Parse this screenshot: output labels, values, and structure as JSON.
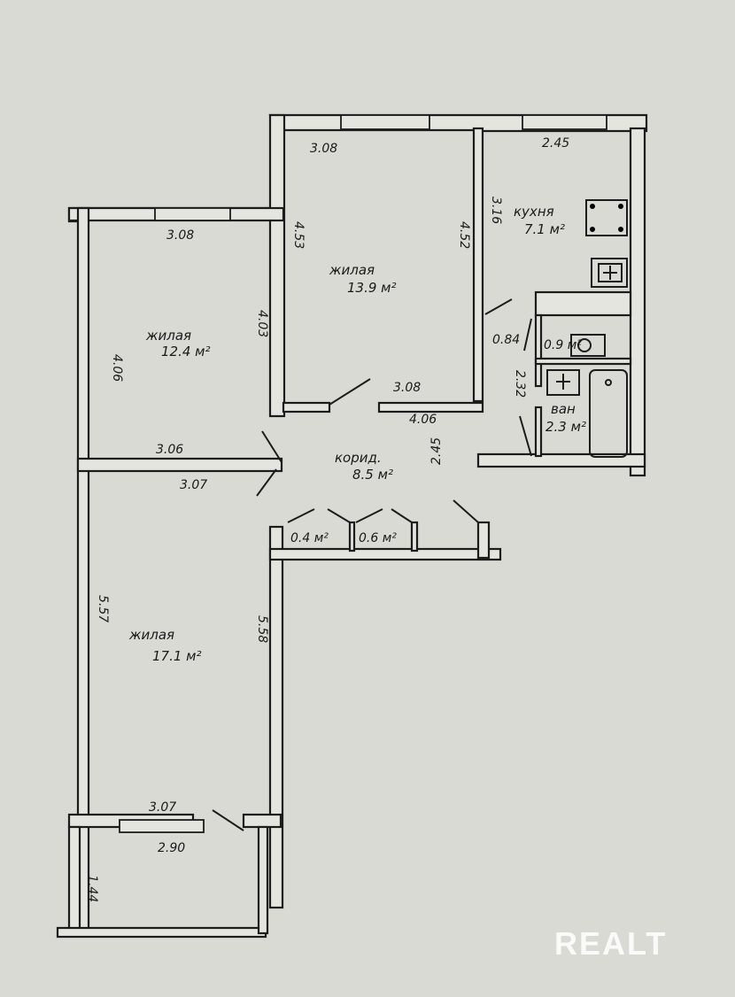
{
  "rooms": [
    {
      "name": "жилая",
      "area": "12.4 м²"
    },
    {
      "name": "жилая",
      "area": "13.9 м²"
    },
    {
      "name": "кухня",
      "area": "7.1 м²"
    },
    {
      "name": "жилая",
      "area": "17.1 м²"
    },
    {
      "name": "корид.",
      "area": "8.5 м²"
    },
    {
      "name": "ван",
      "area": "2.3 м²"
    },
    {
      "name": "",
      "area": "0.9 м²"
    },
    {
      "name": "",
      "area": "0.4 м²"
    },
    {
      "name": "",
      "area": "0.6 м²"
    }
  ],
  "dimensions": {
    "room1_top": "3.08",
    "room1_left": "4.06",
    "room1_right": "4.03",
    "room1_bottom": "3.06",
    "room2_top": "3.08",
    "room2_left": "4.53",
    "room2_right": "4.52",
    "room2_bottom": "3.08",
    "kitchen_top": "2.45",
    "kitchen_left": "3.16",
    "corridor_top": "4.06",
    "corridor_side": "2.45",
    "wc_width": "0.84",
    "bath_side": "2.32",
    "room3_top": "3.07",
    "room3_left": "5.57",
    "room3_right": "5.58",
    "balcony_top": "3.07",
    "balcony_bottom": "2.90",
    "balcony_side": "1.44"
  },
  "watermark": "REALT"
}
